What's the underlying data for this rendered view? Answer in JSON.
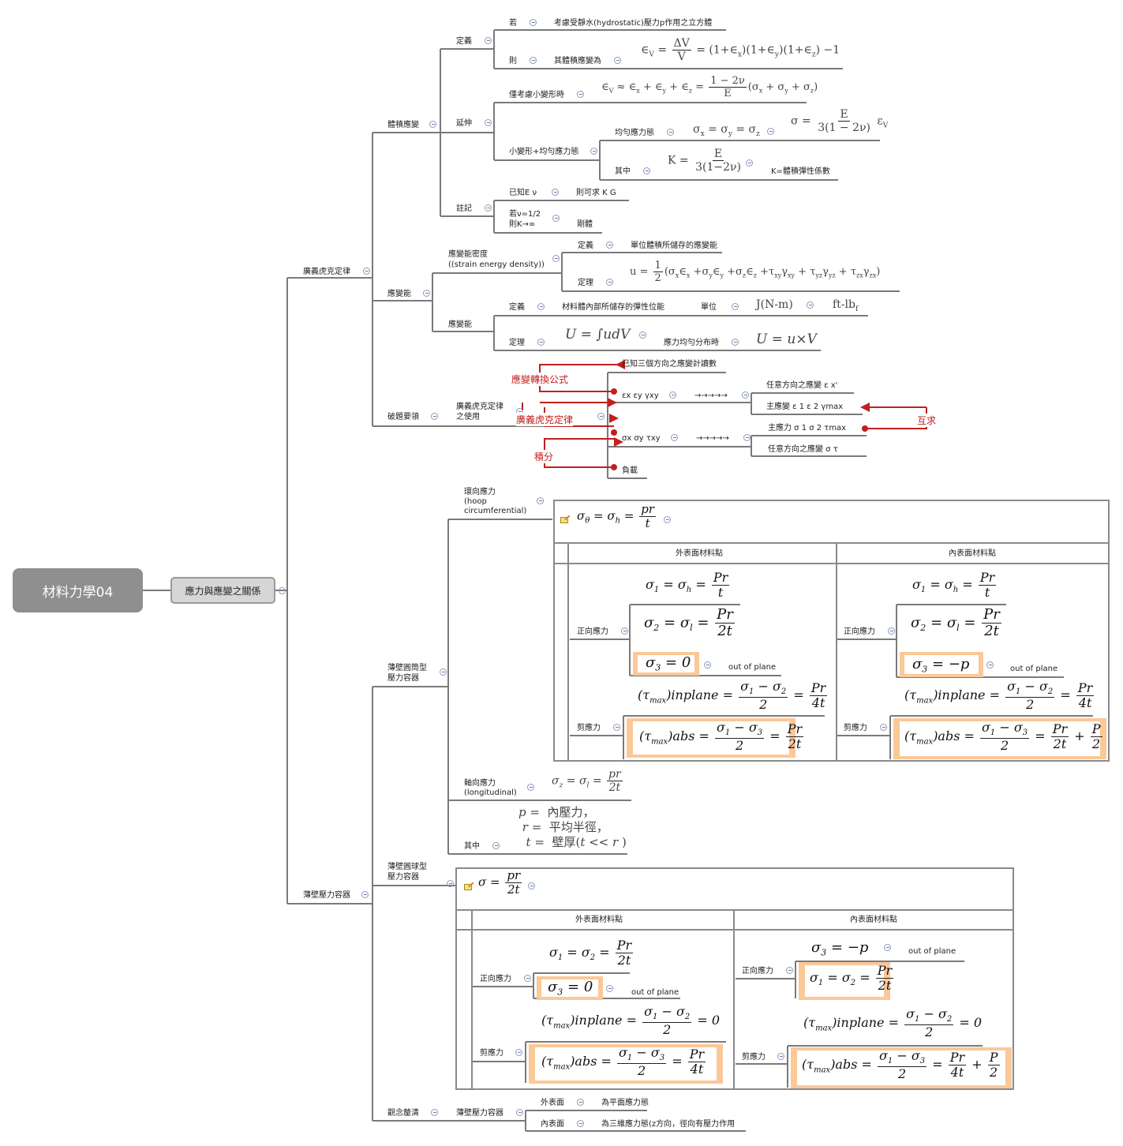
{
  "root": "材料力學04",
  "branch": "應力與應變之關係",
  "gh": {
    "label": "廣義虎克定律",
    "volume": {
      "label": "體積應變",
      "def": {
        "label": "定義",
        "if": "若",
        "if_text": "考慮受靜水(hydrostatic)壓力p作用之立方體",
        "then": "則",
        "then_text": "其體積應變為"
      },
      "ext": {
        "label": "延伸",
        "small": "僅考慮小變形時",
        "small_uniform": "小變形+均勻應力態",
        "uniform": "均勻應力態",
        "where": "其中",
        "k_text": "K=體積彈性係數"
      },
      "notes": {
        "label": "註記",
        "n1a": "已知E ν",
        "n1b": "則可求 K  G",
        "n2a": "若ν=1/2",
        "n2b": "則K→∞",
        "n2c": "剛體"
      }
    },
    "energy": {
      "label": "應變能",
      "density": {
        "label": "應變能密度",
        "label2": "((strain energy density))",
        "def": "定義",
        "def_text": "單位體積所儲存的應變能",
        "thm": "定理"
      },
      "energy2": {
        "label": "應變能",
        "def": "定義",
        "def_text": "材料體內部所儲存的彈性位能",
        "unit": "單位",
        "unit1": "J(N-m)",
        "unit2": "ft-lb",
        "unit2sub": "f",
        "thm": "定理",
        "uniform": "應力均勻分布時"
      }
    },
    "keys": {
      "label": "破題要領",
      "usage": "廣義虎克定律",
      "usage2": "之使用",
      "known": "已知三個方向之應變計讀數",
      "strains": "εx εy γxy",
      "arrows": "→→→→→",
      "any_strain": "任意方向之應變   ε x'",
      "princ_strain": "主應變 ε 1   ε 2     γmax",
      "stresses": "σx σy τxy",
      "princ_stress": "主應力 σ 1   σ 2     τmax",
      "any_stress": "任意方向之應變     σ       τ",
      "load": "負載",
      "red1": "應變轉換公式",
      "red2": "廣義虎克定律",
      "red3": "積分",
      "red4": "互求"
    }
  },
  "pv": {
    "label": "薄壁壓力容器",
    "cyl": {
      "label": "薄壁圓筒型",
      "label2": "壓力容器",
      "hoop": "環向應力",
      "hoop2": "(hoop",
      "hoop3": "circumferential)",
      "outer": "外表面材料點",
      "inner": "內表面材料點",
      "normal": "正向應力",
      "shear": "剪應力",
      "oop": "out of plane",
      "axial": "軸向應力",
      "axial2": "(longitudinal)",
      "where": "其中",
      "p_def": "內壓力，",
      "r_def": "平均半徑，",
      "t_def": "壁厚("
    },
    "sph": {
      "label": "薄壁圓球型",
      "label2": "壓力容器",
      "outer": "外表面材料點",
      "inner": "內表面材料點",
      "normal": "正向應力",
      "shear": "剪應力",
      "oop": "out of plane"
    }
  },
  "concept": {
    "label": "觀念釐清",
    "sub": "薄壁壓力容器",
    "outer": "外表面",
    "outer_text": "為平面應力態",
    "inner": "內表面",
    "inner_text": "為三維應力態(z方向，徑向有壓力作用"
  },
  "colors": {
    "line": "#7a7a7a",
    "red": "#c0201e",
    "highlight": "#fbc898"
  }
}
